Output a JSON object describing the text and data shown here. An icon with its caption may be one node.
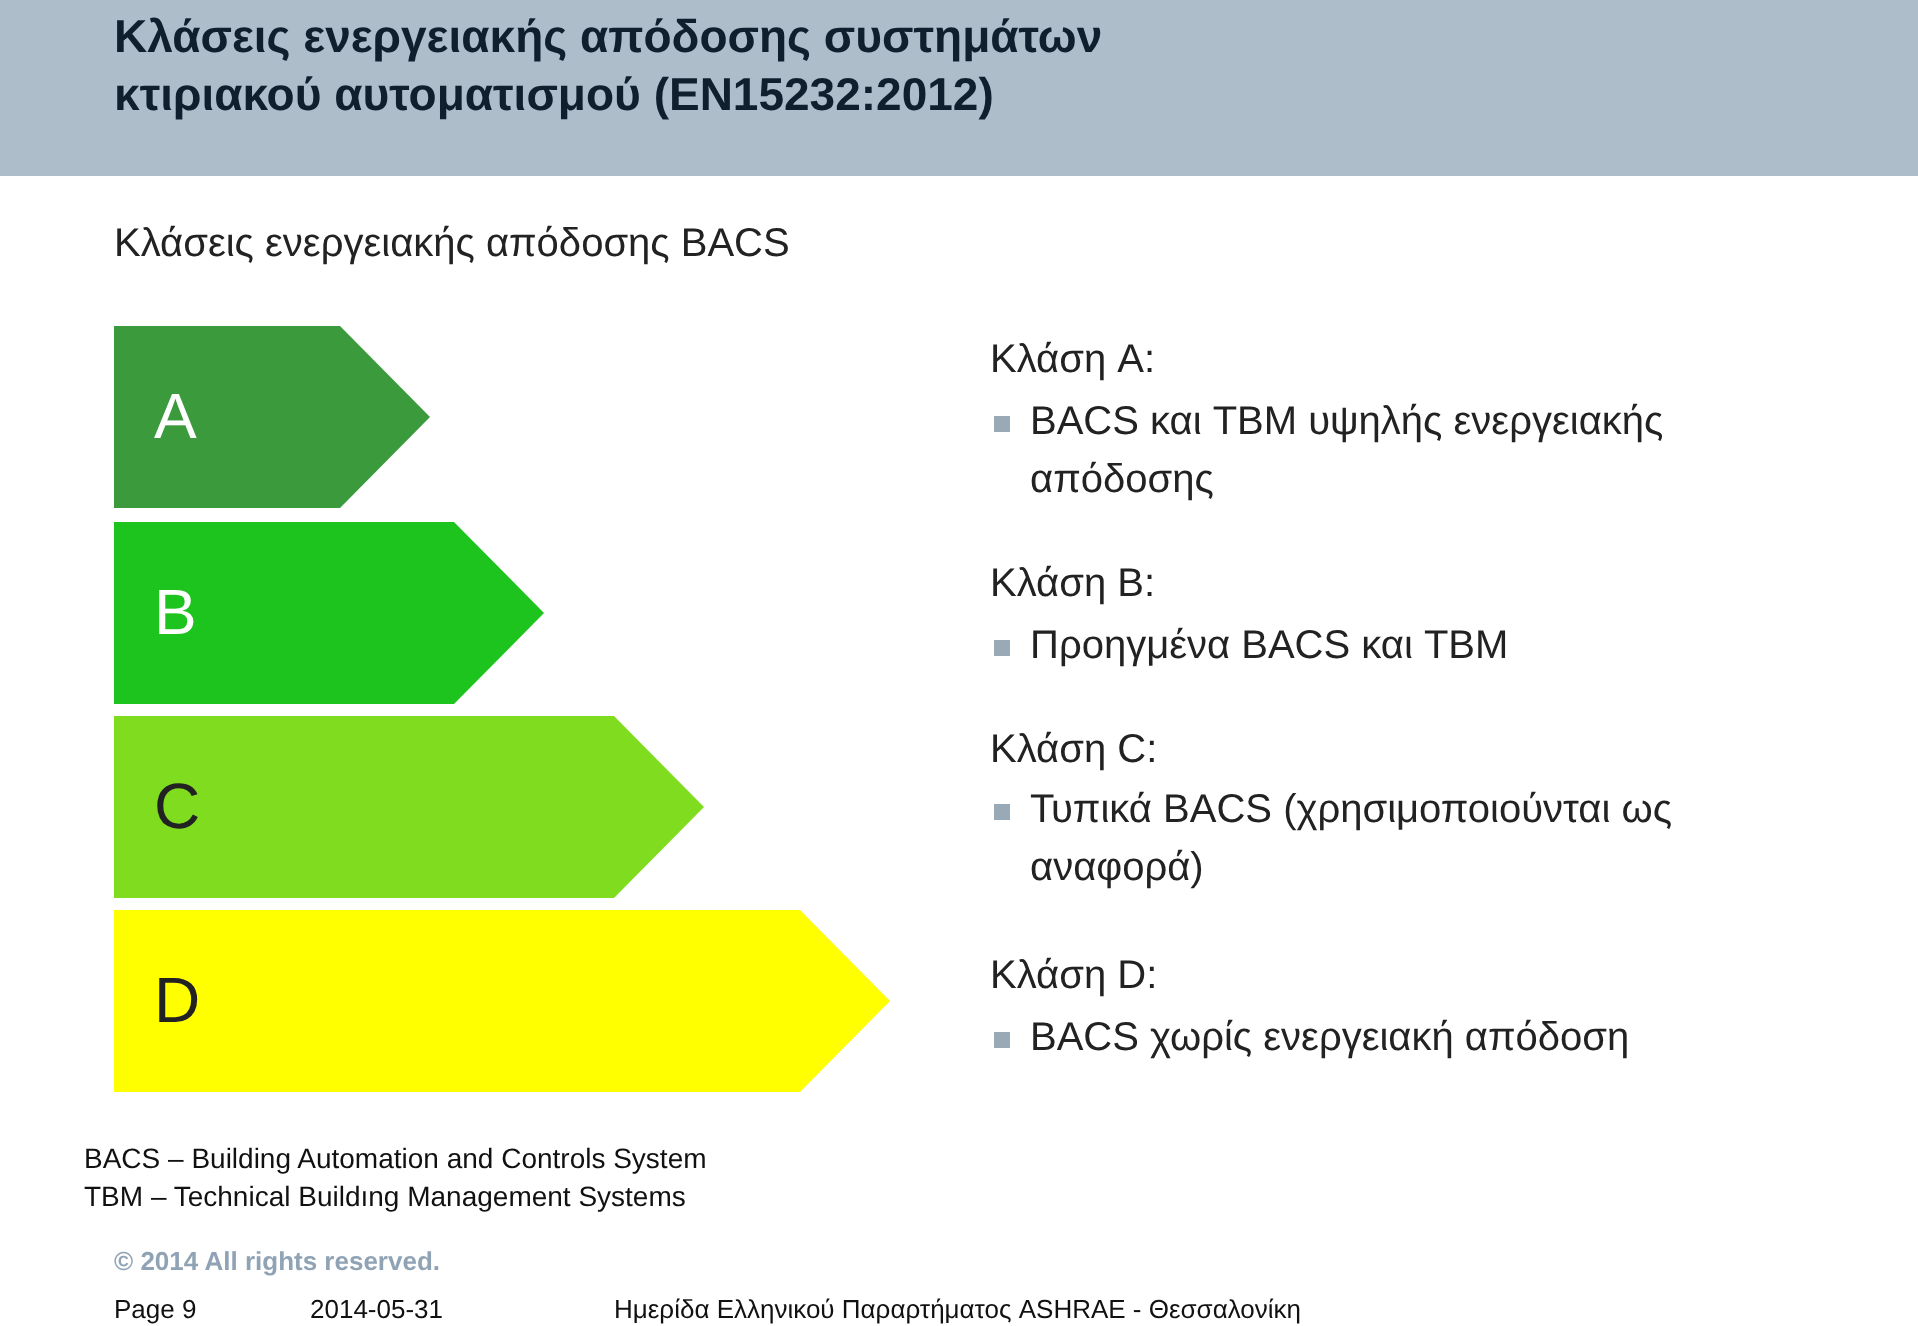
{
  "diagram": {
    "title": "Κλάσεις ενεργειακής απόδοσης συστημάτων κτιριακού αυτοματισμού (EN15232:2012)",
    "nodes": [
      {
        "text": [
          "A"
        ]
      },
      {
        "text": [
          "B"
        ]
      },
      {
        "text": [
          "C"
        ]
      },
      {
        "text": [
          "D"
        ]
      }
    ],
    "labels": [
      "Κλάσεις ενεργειακής απόδοσης BACS",
      "Κλάση A:",
      "BACS και TBM υψηλής ενεργειακής απόδοσης",
      "Κλάση B:",
      "Προηγμένα BACS και TBM",
      "Κλάση C:",
      "Τυπικά BACS (χρησιμοποιούνται ως αναφορά)",
      "Κλάση D:",
      "BACS χωρίς ενεργειακή απόδοση",
      "BACS – Building Automation and Controls System",
      "TBM – Technical Buildıng Management Systems",
      "© 2014 All rights reserved.",
      "Page 9",
      "2014-05-31",
      "Ημερίδα Ελληνικού Παραρτήματος ASHRAE - Θεσσαλονίκη"
    ]
  }
}
